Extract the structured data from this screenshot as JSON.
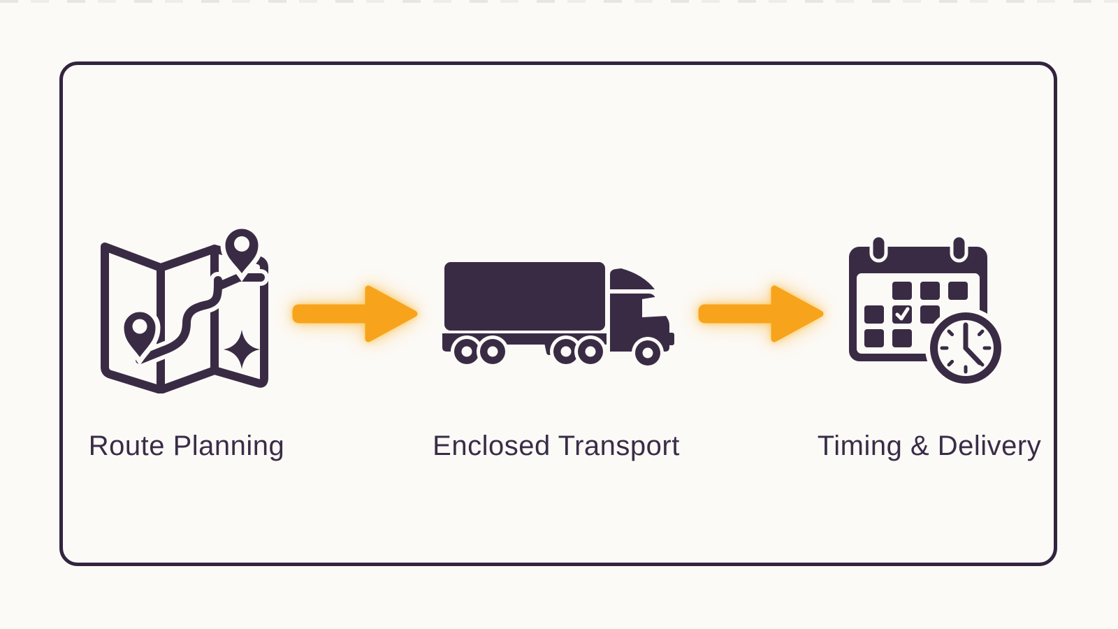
{
  "diagram": {
    "type": "process-flow",
    "steps": [
      {
        "label": "Route Planning",
        "icon": "map-route-icon"
      },
      {
        "label": "Enclosed Transport",
        "icon": "truck-icon"
      },
      {
        "label": "Timing & Delivery",
        "icon": "calendar-clock-icon"
      }
    ],
    "connectors": [
      {
        "icon": "arrow-right-icon"
      },
      {
        "icon": "arrow-right-icon"
      }
    ],
    "colors": {
      "background": "#FCFAF7",
      "icon": "#3A2B45",
      "arrow": "#F7A41C",
      "frame_border": "#33243E",
      "label": "#3A2C47"
    }
  }
}
